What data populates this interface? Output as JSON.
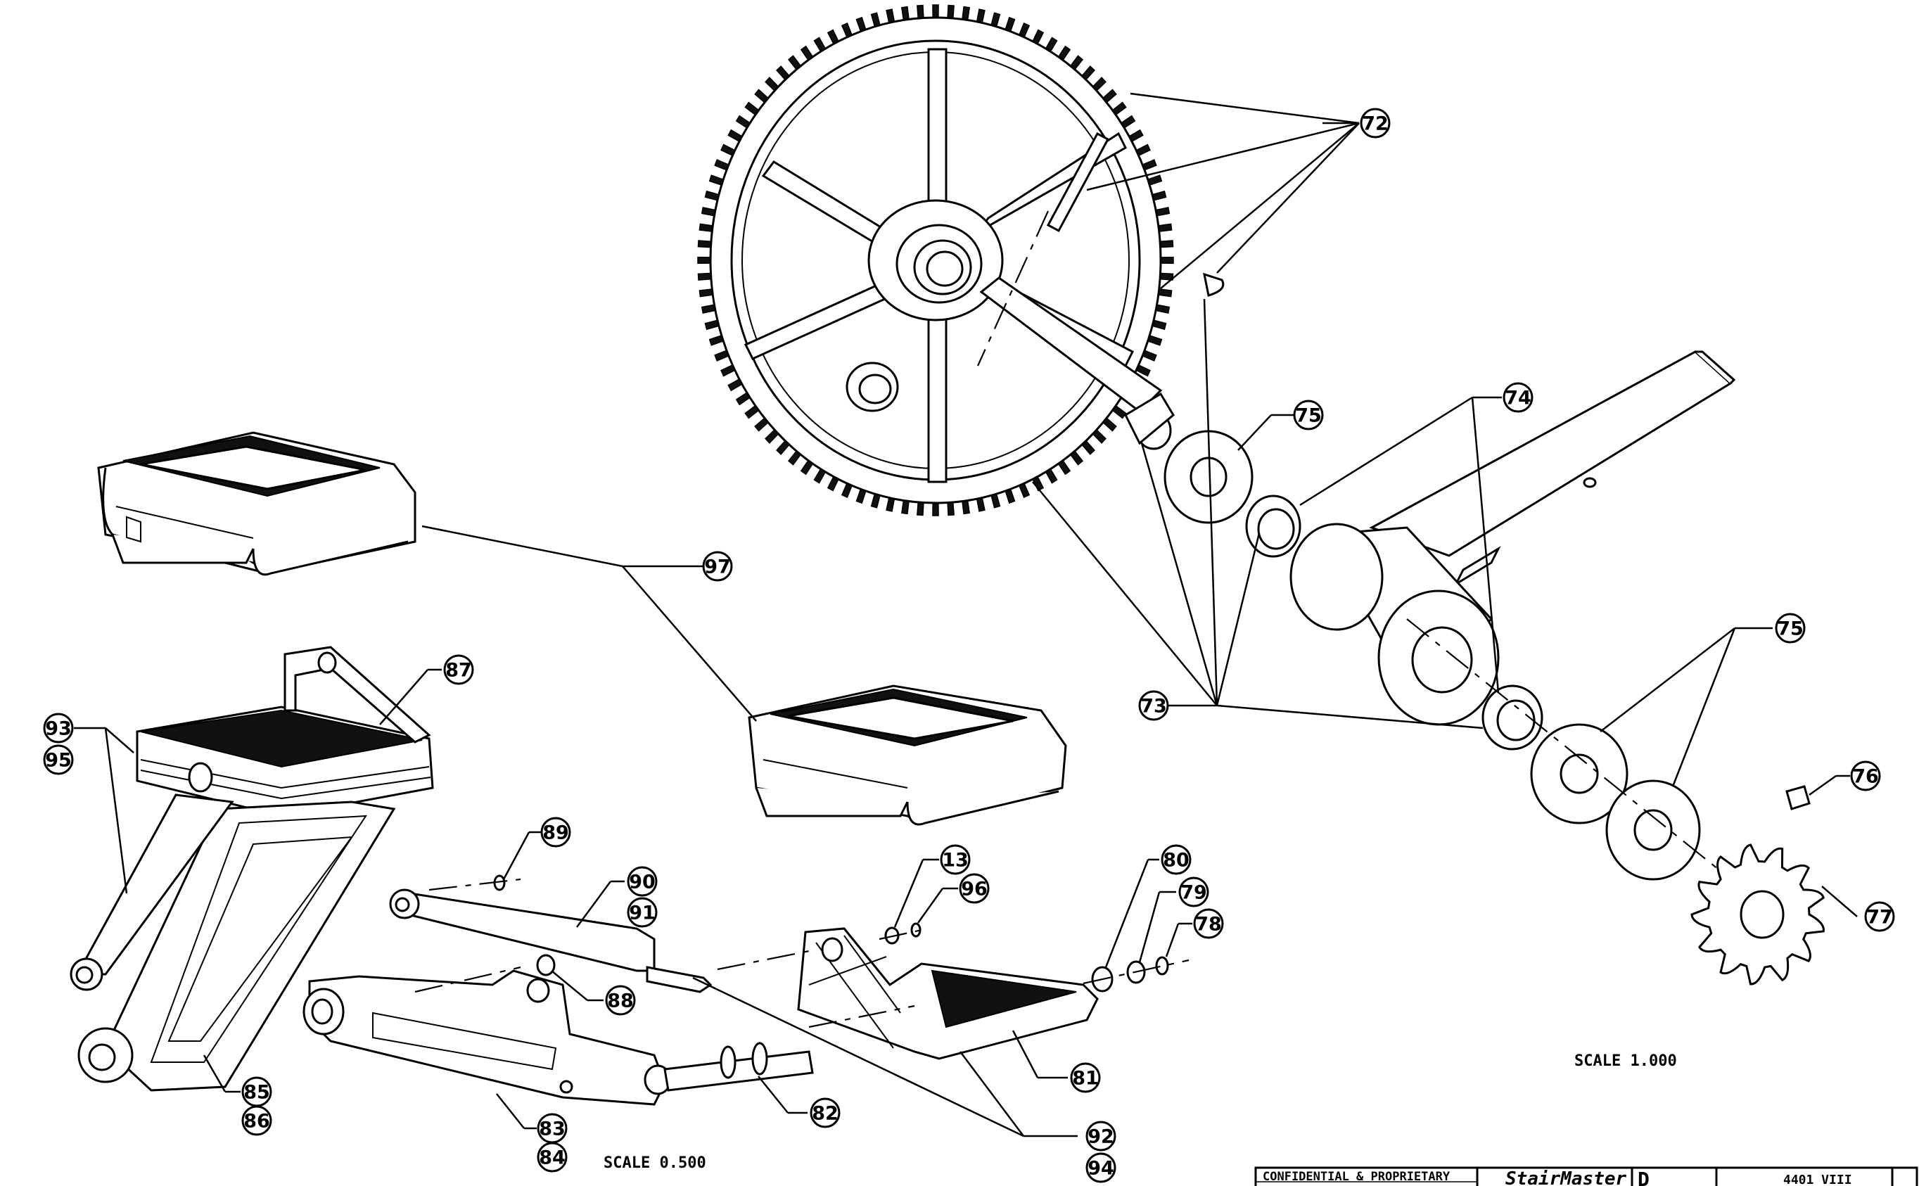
{
  "callouts": [
    "72",
    "73",
    "74",
    "75",
    "75",
    "76",
    "77",
    "78",
    "79",
    "80",
    "13",
    "96",
    "81",
    "82",
    "83",
    "84",
    "85",
    "86",
    "87",
    "88",
    "89",
    "90",
    "91",
    "92",
    "94",
    "93",
    "95",
    "97"
  ],
  "scale_labels": {
    "main": "SCALE  1.000",
    "detail": "SCALE  0.500"
  },
  "title_block": {
    "confidential": "CONFIDENTIAL & PROPRIETARY",
    "company": "StairMaster",
    "size": "D",
    "drawing_no": "4401 VIII"
  }
}
